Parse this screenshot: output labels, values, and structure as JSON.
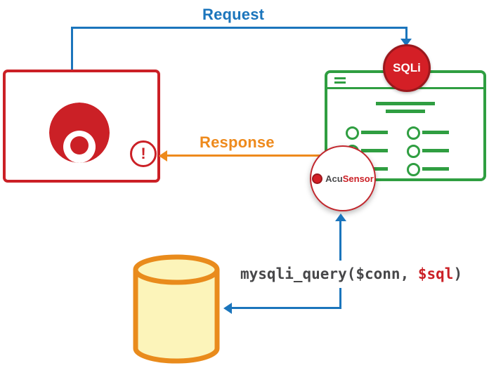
{
  "labels": {
    "request": "Request",
    "response": "Response",
    "sqli_badge": "SQLi",
    "exclamation": "!",
    "sensor_acu": "Acu",
    "sensor_rest": "Sensor",
    "code_prefix": "mysqli_query($conn, ",
    "code_highlight": "$sql",
    "code_suffix": ")"
  },
  "colors": {
    "blue": "#1b75bc",
    "red": "#cb2026",
    "green": "#2f9e41",
    "orange": "#ee8a1c",
    "sqli_fill": "#d41f26",
    "sqli_border": "#9b181d",
    "code_text": "#474749",
    "db_fill": "#fcf4ba",
    "db_stroke": "#e98b1c"
  }
}
